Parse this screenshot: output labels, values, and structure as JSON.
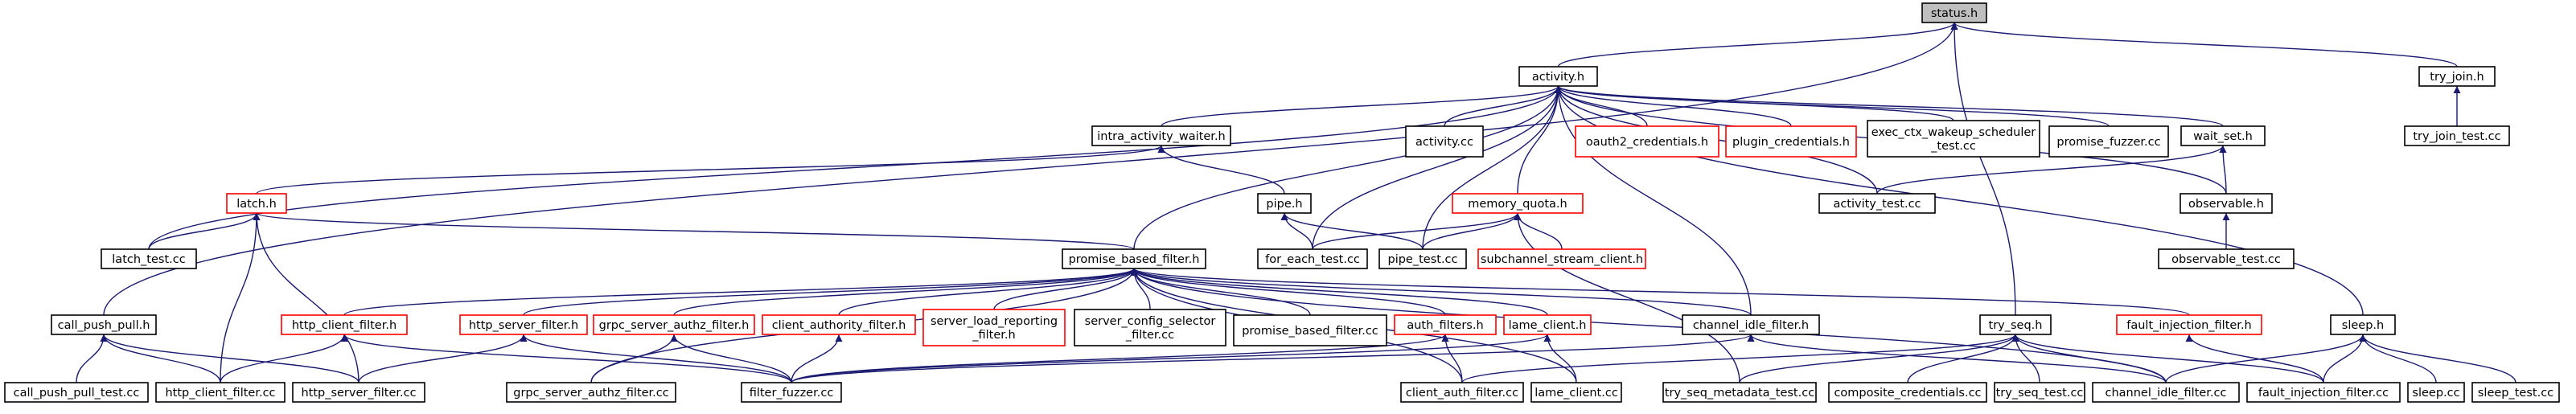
{
  "colors": {
    "edge": "#191970",
    "node_border_black": "#000000",
    "node_border_red": "#ff0000",
    "highlight_fill": "#bfbfbf"
  },
  "nodes": [
    {
      "id": "status",
      "lines": [
        "status.h"
      ],
      "style": "highlight"
    },
    {
      "id": "activity",
      "lines": [
        "activity.h"
      ],
      "style": "black"
    },
    {
      "id": "try_join",
      "lines": [
        "try_join.h"
      ],
      "style": "black"
    },
    {
      "id": "try_join_test",
      "lines": [
        "try_join_test.cc"
      ],
      "style": "black"
    },
    {
      "id": "intra_activity_waiter",
      "lines": [
        "intra_activity_waiter.h"
      ],
      "style": "black"
    },
    {
      "id": "activity_cc",
      "lines": [
        "activity.cc"
      ],
      "style": "black"
    },
    {
      "id": "oauth2_credentials",
      "lines": [
        "oauth2_credentials.h"
      ],
      "style": "red"
    },
    {
      "id": "plugin_credentials",
      "lines": [
        "plugin_credentials.h"
      ],
      "style": "red"
    },
    {
      "id": "exec_ctx_wakeup",
      "lines": [
        "exec_ctx_wakeup_scheduler",
        "_test.cc"
      ],
      "style": "black"
    },
    {
      "id": "promise_fuzzer",
      "lines": [
        "promise_fuzzer.cc"
      ],
      "style": "black"
    },
    {
      "id": "wait_set",
      "lines": [
        "wait_set.h"
      ],
      "style": "black"
    },
    {
      "id": "latch",
      "lines": [
        "latch.h"
      ],
      "style": "red"
    },
    {
      "id": "pipe",
      "lines": [
        "pipe.h"
      ],
      "style": "black"
    },
    {
      "id": "memory_quota",
      "lines": [
        "memory_quota.h"
      ],
      "style": "red"
    },
    {
      "id": "activity_test",
      "lines": [
        "activity_test.cc"
      ],
      "style": "black"
    },
    {
      "id": "observable",
      "lines": [
        "observable.h"
      ],
      "style": "black"
    },
    {
      "id": "latch_test",
      "lines": [
        "latch_test.cc"
      ],
      "style": "black"
    },
    {
      "id": "promise_based_filter",
      "lines": [
        "promise_based_filter.h"
      ],
      "style": "black"
    },
    {
      "id": "for_each_test",
      "lines": [
        "for_each_test.cc"
      ],
      "style": "black"
    },
    {
      "id": "pipe_test",
      "lines": [
        "pipe_test.cc"
      ],
      "style": "black"
    },
    {
      "id": "subchannel_stream_client",
      "lines": [
        "subchannel_stream_client.h"
      ],
      "style": "red"
    },
    {
      "id": "observable_test",
      "lines": [
        "observable_test.cc"
      ],
      "style": "black"
    },
    {
      "id": "call_push_pull",
      "lines": [
        "call_push_pull.h"
      ],
      "style": "black"
    },
    {
      "id": "http_client_filter_h",
      "lines": [
        "http_client_filter.h"
      ],
      "style": "red"
    },
    {
      "id": "http_server_filter_h",
      "lines": [
        "http_server_filter.h"
      ],
      "style": "red"
    },
    {
      "id": "grpc_server_authz_filter_h",
      "lines": [
        "grpc_server_authz_filter.h"
      ],
      "style": "red"
    },
    {
      "id": "client_authority_filter_h",
      "lines": [
        "client_authority_filter.h"
      ],
      "style": "red"
    },
    {
      "id": "server_load_reporting",
      "lines": [
        "server_load_reporting",
        "_filter.h"
      ],
      "style": "red"
    },
    {
      "id": "server_config_selector",
      "lines": [
        "server_config_selector",
        "_filter.cc"
      ],
      "style": "black"
    },
    {
      "id": "promise_based_filter_cc",
      "lines": [
        "promise_based_filter.cc"
      ],
      "style": "black"
    },
    {
      "id": "auth_filters",
      "lines": [
        "auth_filters.h"
      ],
      "style": "red"
    },
    {
      "id": "lame_client_h",
      "lines": [
        "lame_client.h"
      ],
      "style": "red"
    },
    {
      "id": "channel_idle_filter_h",
      "lines": [
        "channel_idle_filter.h"
      ],
      "style": "black"
    },
    {
      "id": "try_seq",
      "lines": [
        "try_seq.h"
      ],
      "style": "black"
    },
    {
      "id": "fault_injection_filter_h",
      "lines": [
        "fault_injection_filter.h"
      ],
      "style": "red"
    },
    {
      "id": "sleep_h",
      "lines": [
        "sleep.h"
      ],
      "style": "black"
    },
    {
      "id": "call_push_pull_test",
      "lines": [
        "call_push_pull_test.cc"
      ],
      "style": "black"
    },
    {
      "id": "http_client_filter_cc",
      "lines": [
        "http_client_filter.cc"
      ],
      "style": "black"
    },
    {
      "id": "http_server_filter_cc",
      "lines": [
        "http_server_filter.cc"
      ],
      "style": "black"
    },
    {
      "id": "grpc_server_authz_filter_cc",
      "lines": [
        "grpc_server_authz_filter.cc"
      ],
      "style": "black"
    },
    {
      "id": "filter_fuzzer",
      "lines": [
        "filter_fuzzer.cc"
      ],
      "style": "black"
    },
    {
      "id": "client_auth_filter",
      "lines": [
        "client_auth_filter.cc"
      ],
      "style": "black"
    },
    {
      "id": "lame_client_cc",
      "lines": [
        "lame_client.cc"
      ],
      "style": "black"
    },
    {
      "id": "try_seq_metadata_test",
      "lines": [
        "try_seq_metadata_test.cc"
      ],
      "style": "black"
    },
    {
      "id": "composite_credentials",
      "lines": [
        "composite_credentials.cc"
      ],
      "style": "black"
    },
    {
      "id": "try_seq_test",
      "lines": [
        "try_seq_test.cc"
      ],
      "style": "black"
    },
    {
      "id": "channel_idle_filter_cc",
      "lines": [
        "channel_idle_filter.cc"
      ],
      "style": "black"
    },
    {
      "id": "fault_injection_filter_cc",
      "lines": [
        "fault_injection_filter.cc"
      ],
      "style": "black"
    },
    {
      "id": "sleep_cc",
      "lines": [
        "sleep.cc"
      ],
      "style": "black"
    },
    {
      "id": "sleep_test",
      "lines": [
        "sleep_test.cc"
      ],
      "style": "black"
    }
  ],
  "edges": [
    [
      "activity",
      "status"
    ],
    [
      "try_join",
      "status"
    ],
    [
      "call_push_pull",
      "status"
    ],
    [
      "try_seq",
      "status"
    ],
    [
      "try_join_test",
      "try_join"
    ],
    [
      "intra_activity_waiter",
      "activity"
    ],
    [
      "activity_cc",
      "activity"
    ],
    [
      "oauth2_credentials",
      "activity"
    ],
    [
      "plugin_credentials",
      "activity"
    ],
    [
      "exec_ctx_wakeup",
      "activity"
    ],
    [
      "promise_fuzzer",
      "activity"
    ],
    [
      "wait_set",
      "activity"
    ],
    [
      "latch_test",
      "activity"
    ],
    [
      "promise_based_filter",
      "activity"
    ],
    [
      "for_each_test",
      "activity"
    ],
    [
      "pipe_test",
      "activity"
    ],
    [
      "memory_quota",
      "activity"
    ],
    [
      "activity_test",
      "activity"
    ],
    [
      "observable",
      "activity"
    ],
    [
      "sleep_h",
      "activity"
    ],
    [
      "channel_idle_filter_h",
      "activity"
    ],
    [
      "latch",
      "intra_activity_waiter"
    ],
    [
      "pipe",
      "intra_activity_waiter"
    ],
    [
      "observable",
      "wait_set"
    ],
    [
      "activity_test",
      "wait_set"
    ],
    [
      "observable_test",
      "observable"
    ],
    [
      "latch_test",
      "latch"
    ],
    [
      "promise_based_filter",
      "latch"
    ],
    [
      "http_client_filter_cc",
      "latch"
    ],
    [
      "http_server_filter_cc",
      "latch"
    ],
    [
      "for_each_test",
      "pipe"
    ],
    [
      "pipe_test",
      "pipe"
    ],
    [
      "for_each_test",
      "memory_quota"
    ],
    [
      "pipe_test",
      "memory_quota"
    ],
    [
      "subchannel_stream_client",
      "memory_quota"
    ],
    [
      "try_seq_metadata_test",
      "memory_quota"
    ],
    [
      "http_client_filter_h",
      "promise_based_filter"
    ],
    [
      "http_server_filter_h",
      "promise_based_filter"
    ],
    [
      "grpc_server_authz_filter_h",
      "promise_based_filter"
    ],
    [
      "client_authority_filter_h",
      "promise_based_filter"
    ],
    [
      "server_load_reporting",
      "promise_based_filter"
    ],
    [
      "server_config_selector",
      "promise_based_filter"
    ],
    [
      "promise_based_filter_cc",
      "promise_based_filter"
    ],
    [
      "auth_filters",
      "promise_based_filter"
    ],
    [
      "lame_client_h",
      "promise_based_filter"
    ],
    [
      "channel_idle_filter_h",
      "promise_based_filter"
    ],
    [
      "fault_injection_filter_h",
      "promise_based_filter"
    ],
    [
      "grpc_server_authz_filter_cc",
      "promise_based_filter"
    ],
    [
      "client_auth_filter",
      "promise_based_filter"
    ],
    [
      "lame_client_cc",
      "promise_based_filter"
    ],
    [
      "channel_idle_filter_cc",
      "promise_based_filter"
    ],
    [
      "call_push_pull_test",
      "call_push_pull"
    ],
    [
      "http_client_filter_cc",
      "call_push_pull"
    ],
    [
      "http_server_filter_cc",
      "call_push_pull"
    ],
    [
      "http_client_filter_cc",
      "http_client_filter_h"
    ],
    [
      "filter_fuzzer",
      "http_client_filter_h"
    ],
    [
      "http_server_filter_cc",
      "http_server_filter_h"
    ],
    [
      "filter_fuzzer",
      "http_server_filter_h"
    ],
    [
      "grpc_server_authz_filter_cc",
      "grpc_server_authz_filter_h"
    ],
    [
      "filter_fuzzer",
      "grpc_server_authz_filter_h"
    ],
    [
      "filter_fuzzer",
      "client_authority_filter_h"
    ],
    [
      "filter_fuzzer",
      "auth_filters"
    ],
    [
      "client_auth_filter",
      "auth_filters"
    ],
    [
      "lame_client_cc",
      "lame_client_h"
    ],
    [
      "filter_fuzzer",
      "lame_client_h"
    ],
    [
      "filter_fuzzer",
      "channel_idle_filter_h"
    ],
    [
      "channel_idle_filter_cc",
      "channel_idle_filter_h"
    ],
    [
      "client_auth_filter",
      "try_seq"
    ],
    [
      "try_seq_metadata_test",
      "try_seq"
    ],
    [
      "composite_credentials",
      "try_seq"
    ],
    [
      "try_seq_test",
      "try_seq"
    ],
    [
      "channel_idle_filter_cc",
      "try_seq"
    ],
    [
      "fault_injection_filter_cc",
      "try_seq"
    ],
    [
      "fault_injection_filter_cc",
      "fault_injection_filter_h"
    ],
    [
      "channel_idle_filter_cc",
      "sleep_h"
    ],
    [
      "fault_injection_filter_cc",
      "sleep_h"
    ],
    [
      "sleep_cc",
      "sleep_h"
    ],
    [
      "sleep_test",
      "sleep_h"
    ]
  ]
}
